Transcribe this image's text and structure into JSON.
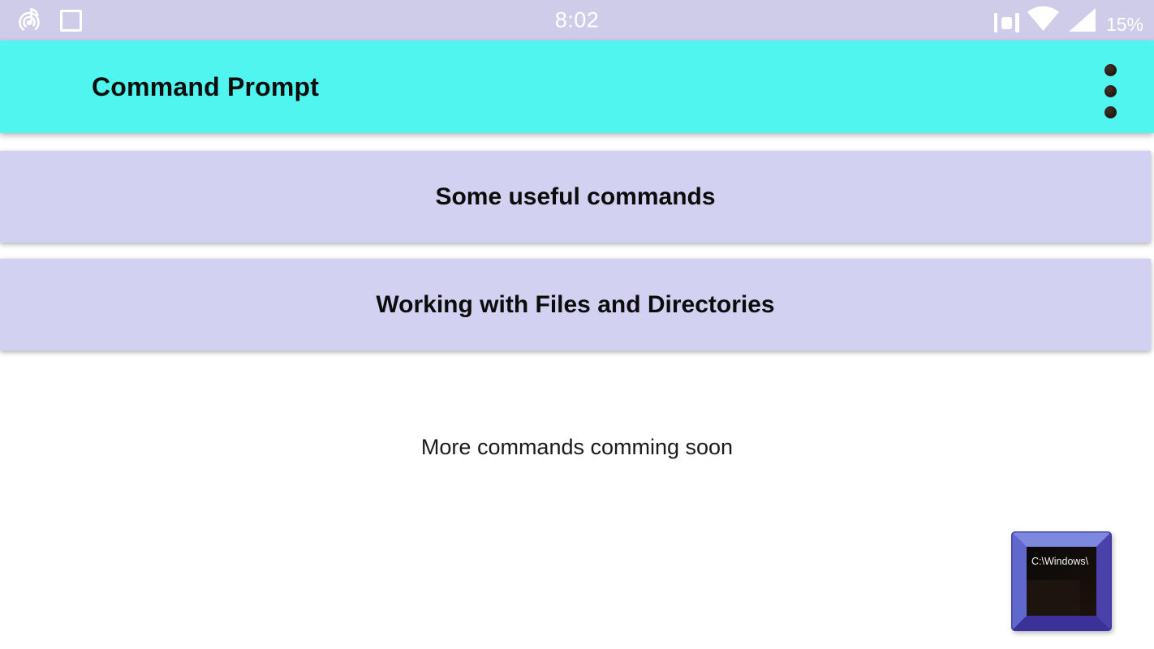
{
  "colors": {
    "page_bg": "#ffffff",
    "status_bar_bg": "#cfccea",
    "app_bar_bg": "#4ff5ee",
    "button_bg": "#d3d1f2",
    "title_color": "#0d0d0d",
    "note_color": "#1a1a1a",
    "status_fg": "#ffffff",
    "kebab_dot_color": "#231710"
  },
  "status_bar": {
    "time": "8:02",
    "battery_percent": "15%",
    "left_notification_icons": [
      "music-disc-icon",
      "square-outline-icon"
    ],
    "right_system_icons": [
      "vibrate-icon",
      "wifi-icon",
      "cell-signal-icon"
    ]
  },
  "app_bar": {
    "title": "Command Prompt"
  },
  "main": {
    "buttons": [
      {
        "label": "Some useful commands"
      },
      {
        "label": "Working with Files and Directories"
      }
    ],
    "note": "More commands comming soon"
  },
  "fab": {
    "screen_text": "C:\\Windows\\"
  }
}
